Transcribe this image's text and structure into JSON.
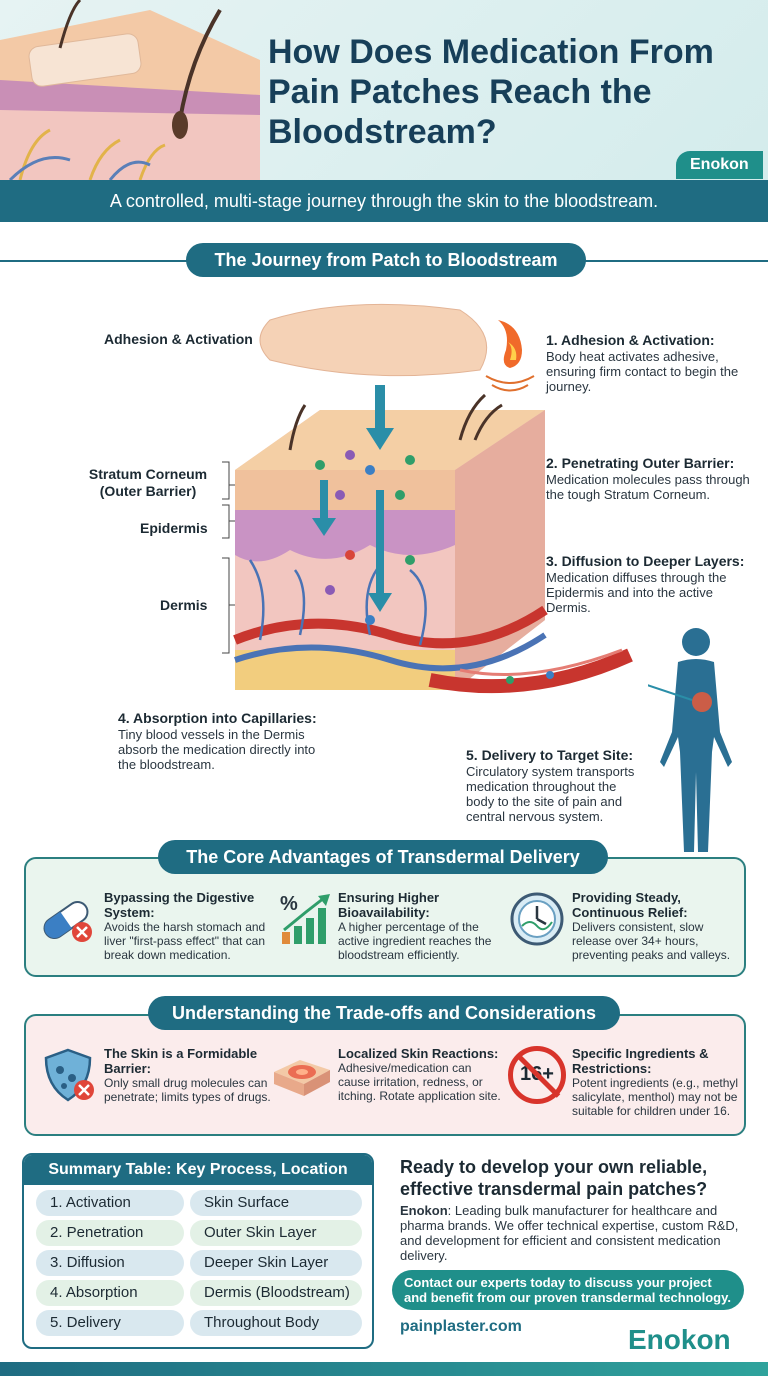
{
  "header": {
    "title": "How Does Medication From Pain Patches Reach the Bloodstream?",
    "brand": "Enokon",
    "subtitle": "A controlled, multi-stage journey through the skin to the bloodstream."
  },
  "journey": {
    "heading": "The  Journey from Patch to Bloodstream",
    "left_labels": {
      "adhesion": "Adhesion & Activation",
      "stratum": "Stratum Corneum\n(Outer Barrier)",
      "epidermis": "Epidermis",
      "dermis": "Dermis"
    },
    "steps": [
      {
        "title": "1. Adhesion & Activation:",
        "text": "Body heat activates adhesive, ensuring firm contact to begin the journey."
      },
      {
        "title": "2. Penetrating Outer Barrier:",
        "text": "Medication molecules pass through the tough Stratum Corneum."
      },
      {
        "title": "3. Diffusion to Deeper Layers:",
        "text": "Medication diffuses through the Epidermis and into the active Dermis."
      },
      {
        "title": "4. Absorption into Capillaries:",
        "text": "Tiny blood vessels in the Dermis absorb the medication directly into the bloodstream."
      },
      {
        "title": "5. Delivery to Target Site:",
        "text": "Circulatory system transports medication throughout the body to the site of pain and central nervous system."
      }
    ]
  },
  "advantages": {
    "heading": "The Core Advantages of Transdermal Delivery",
    "items": [
      {
        "title": "Bypassing the Digestive System:",
        "text": "Avoids the harsh stomach and liver \"first-pass effect\" that can break down medication.",
        "icon": "capsule-icon"
      },
      {
        "title": "Ensuring Higher Bioavailability:",
        "text": "A higher percentage of the active ingredient reaches the bloodstream efficiently.",
        "icon": "chart-icon"
      },
      {
        "title": "Providing Steady, Continuous Relief:",
        "text": "Delivers consistent, slow release over 34+ hours, preventing peaks and valleys.",
        "icon": "clock-icon"
      }
    ]
  },
  "tradeoffs": {
    "heading": "Understanding the Trade-offs and Considerations",
    "items": [
      {
        "title": "The Skin is a Formidable Barrier:",
        "text": "Only small drug molecules can penetrate; limits types of drugs.",
        "icon": "shield-icon"
      },
      {
        "title": "Localized Skin Reactions:",
        "text": "Adhesive/medication can cause irritation, redness, or itching. Rotate application site.",
        "icon": "skin-irritation-icon"
      },
      {
        "title": "Specific Ingredients & Restrictions:",
        "text": "Potent ingredients (e.g., methyl salicylate, menthol) may not be suitable for children under 16.",
        "icon": "no-under-16-icon",
        "badge": "16+"
      }
    ]
  },
  "summary": {
    "heading": "Summary Table: Key Process, Location",
    "rows": [
      {
        "process": "1. Activation",
        "location": "Skin Surface"
      },
      {
        "process": "2. Penetration",
        "location": "Outer Skin Layer"
      },
      {
        "process": "3. Diffusion",
        "location": "Deeper Skin Layer"
      },
      {
        "process": "4. Absorption",
        "location": "Dermis (Bloodstream)"
      },
      {
        "process": "5. Delivery",
        "location": "Throughout Body"
      }
    ]
  },
  "cta": {
    "title": "Ready to develop your own reliable, effective transdermal pain patches?",
    "brand_lead": "Enokon",
    "text": ": Leading bulk manufacturer for healthcare and pharma brands. We offer technical expertise, custom R&D, and development for efficient and consistent medication delivery.",
    "button": "Contact our experts today to discuss your project and benefit from our proven transdermal technology.",
    "website": "painplaster.com",
    "footer_brand": "Enokon"
  },
  "colors": {
    "primary": "#1f6c82",
    "accent": "#1f8f8a",
    "advantage_bg": "#eaf5ee",
    "tradeoff_bg": "#fbecec"
  }
}
